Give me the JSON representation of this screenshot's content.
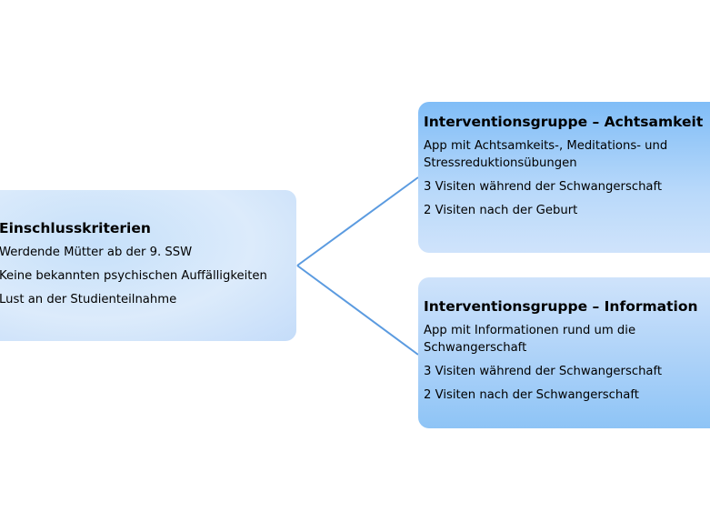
{
  "inclusion": {
    "title": "Einschlusskriterien",
    "items": [
      "Werdende Mütter ab der 9. SSW",
      "Keine bekannten psychischen Auffälligkeiten",
      "Lust an der Studienteilnahme"
    ]
  },
  "group_mindfulness": {
    "title": "Interventionsgruppe – Achtsamkeit",
    "items": [
      "App mit Achtsamkeits-,  Meditations- und Stressreduktionsübungen",
      "3 Visiten während der Schwangerschaft",
      "2 Visiten nach der Geburt"
    ]
  },
  "group_information": {
    "title": "Interventionsgruppe – Information",
    "items": [
      "App mit Informationen rund um die Schwangerschaft",
      "3 Visiten während der Schwangerschaft",
      "2 Visiten nach der Schwangerschaft"
    ]
  },
  "colors": {
    "connector": "#5b9be0",
    "top_box": "#80bdf7",
    "bottom_box": "#8ec4f6",
    "left_box": "#c6e0fa"
  }
}
